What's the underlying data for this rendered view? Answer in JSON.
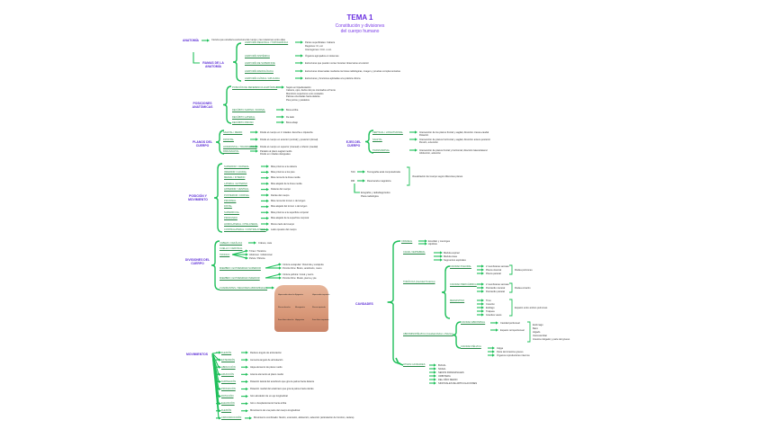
{
  "header": {
    "title": "TEMA 1",
    "subtitle_line1": "Constitución y divisiones",
    "subtitle_line2": "del cuerpo humano"
  },
  "anatomia": {
    "label": "ANATOMÍA",
    "definition": "Ciencia que estudia la estructura del cuerpo y las relaciones entre ellas",
    "ramas_label": "RAMAS DE LA ANATOMÍA",
    "ramas": [
      {
        "name": "ANATOMÍA REGIONAL / TOPOGRÁFICA",
        "desc": "Partes superficiales: Cabeza",
        "extra": [
          "Regiones: Cl, ext",
          "Interregiones / Cint. o ext."
        ]
      },
      {
        "name": "ANATOMÍA SISTÉMICA",
        "desc": "Órganos agrupados en sistemas"
      },
      {
        "name": "ANATOMÍA DE SUPERFICIE",
        "desc": "Estructuras que pueden verse/ tocarse/ observarse al exterior"
      },
      {
        "name": "ANATOMÍA RADIOLÓGICA",
        "desc": "Estructuras observadas mediante técnicas radiológicas, imagen y pruebas complementarias"
      },
      {
        "name": "ANATOMÍA CLÍNICA / APLICADA",
        "desc": "Estructuras y funciones aplicadas a la práctica clínica"
      }
    ]
  },
  "posiciones": {
    "label": "POSICIONES ANATÓMICAS",
    "items": [
      {
        "name": "POSICIÓN DE REFERENCIA ANATÓMICA",
        "desc": [
          "Sujeto en bipedestación",
          "Cabeza, ojos, dedos del pie orientados al frente",
          "Miembros superiores a los costados",
          "Palmas orientadas hacia delante",
          "Pies juntos y paralelos"
        ]
      },
      {
        "name": "DECÚBITO SUPINO / DORSAL",
        "desc": [
          "Boca arriba"
        ]
      },
      {
        "name": "DECÚBITO LATERAL",
        "desc": [
          "De lado"
        ]
      },
      {
        "name": "DECÚBITO PRONO",
        "desc": [
          "Boca abajo"
        ]
      }
    ]
  },
  "planos": {
    "label": "PLANOS DEL CUERPO",
    "items": [
      {
        "name": "SAGITAL / MEDIO",
        "desc": [
          "Divide el cuerpo en 2 mitades: derecha e izquierda"
        ]
      },
      {
        "name": "FRONTAL",
        "desc": [
          "Divide el cuerpo en anterior (ventral) y posterior (dorsal)"
        ]
      },
      {
        "name": "HORIZONTAL / TRANSVERSAL",
        "desc": [
          "Divide el cuerpo en superior (craneal) e inferior (caudal)"
        ]
      },
      {
        "name": "PARASAGITAL",
        "desc": [
          "Paralelo al plano sagital medio",
          "Divide en mitades desiguales"
        ]
      }
    ]
  },
  "ejes": {
    "label": "EJES DEL CUERPO",
    "items": [
      {
        "name": "VERTICAL / LONGITUDINAL",
        "desc": [
          "Intersección de los planos frontal y sagital; dirección craneo-caudal",
          "Rotación"
        ]
      },
      {
        "name": "SAGITAL",
        "desc": [
          "Intersección de planos horizontal y sagital; dirección antero-posterior",
          "Flexión, extensión"
        ]
      },
      {
        "name": "TRANSVERSAL",
        "desc": [
          "Intersección de planos frontal y horizontal; dirección lateral-lateral",
          "Abducción, aducción"
        ]
      }
    ]
  },
  "tecnicas": {
    "items": [
      {
        "abbr": "TAC",
        "desc": "Tomografía axial computarizada"
      },
      {
        "abbr": "RM",
        "desc": "Resonancia magnética"
      }
    ],
    "result": "Visualización del cuerpo según diferentes planos",
    "extra": [
      "Ecografía y radiodiagnóstico",
      "Placa radiológica"
    ]
  },
  "posicion_movimiento": {
    "label": "POSICIÓN Y MOVIMIENTO",
    "items": [
      {
        "name": "SUPERIOR / CRANEAL",
        "desc": "Más próximo a la cabeza"
      },
      {
        "name": "INFERIOR / CAUDAL",
        "desc": "Más próximo a los pies"
      },
      {
        "name": "MEDIAL / INTERNO",
        "desc": "Más cerca de la línea media"
      },
      {
        "name": "LATERAL / EXTERNO",
        "desc": "Más alejado de la línea media"
      },
      {
        "name": "ANTERIOR / VENTRAL",
        "desc": "Delante del cuerpo"
      },
      {
        "name": "POSTERIOR / DORSAL",
        "desc": "Detrás del cuerpo"
      },
      {
        "name": "PROXIMAL",
        "desc": "Más cerca del tronco o del origen"
      },
      {
        "name": "DISTAL",
        "desc": "Más alejado del tronco o del origen"
      },
      {
        "name": "SUPERFICIAL",
        "desc": "Más próximo a la superficie corporal"
      },
      {
        "name": "PROFUNDO",
        "desc": "Más alejado de la superficie corporal"
      },
      {
        "name": "HOMOLATERAL / IPSILATERAL",
        "desc": "Mismo lado del cuerpo"
      },
      {
        "name": "CONTRALATERAL / CONTRALATERAL",
        "desc": "Lado opuesto del cuerpo"
      }
    ]
  },
  "divisiones": {
    "label": "DIVISIONES DEL CUERPO",
    "items": [
      {
        "name": "CABEZA / CEFÁLICA",
        "desc": [
          "Cráneo, cara"
        ]
      },
      {
        "name": "CUELLO / CERVICAL",
        "desc": []
      },
      {
        "name": "TRONCO",
        "desc": [
          "Tórax / Torácica",
          "Abdomen / Abdominal",
          "Pelvis / Pélvica"
        ]
      },
      {
        "name": "MIEMBRO / EXTREMIDAD SUPERIOR",
        "desc": [
          "Cintura escapular: Clavícula y escápula",
          "Porción libre: Brazo, antebrazo, mano"
        ]
      },
      {
        "name": "MIEMBRO / EXTREMIDAD INFERIOR",
        "desc": [
          "Cintura pélvica: Coxal y sacro",
          "Porción libre: Muslo, pierna y pie"
        ]
      },
      {
        "name": "CUADRANTES / REGIONES ABDOMINALES",
        "desc": []
      }
    ],
    "regions": [
      "Hipocondrio derecho",
      "Epigastrio",
      "Hipocondrio izquierdo",
      "Flanco derecho",
      "Mesogastrio",
      "Flanco izquierdo",
      "Fosa ilíaca derecha",
      "Hipogastrio",
      "Fosa ilíaca izquierda"
    ]
  },
  "cavidades": {
    "label": "CAVIDADES",
    "items": [
      {
        "name": "CRANEAL",
        "desc": [
          "Encéfalo y meninges",
          "Hipófisis"
        ]
      },
      {
        "name": "CANAL VERTEBRAL",
        "desc": [
          "Médula espinal",
          "Médula ósea",
          "Segmentos espinales"
        ]
      }
    ],
    "toracica": {
      "name": "TORÁCICA (Cavidad Torácica)",
      "sub": [
        {
          "name": "CAVIDAD PLEURAL",
          "items": [
            "2 membranas serosas",
            "Pleura visceral",
            "Pleura parietal"
          ],
          "result": "Rodea pulmones"
        },
        {
          "name": "CAVIDAD PERICÁRDICA",
          "items": [
            "2 membranas serosas",
            "Pericardio visceral",
            "Pericardio parietal"
          ],
          "result": "Rodea corazón"
        },
        {
          "name": "MEDIASTINO",
          "items": [
            "Timo",
            "Corazón",
            "Esófago",
            "Tráquea",
            "Grandes vasos"
          ],
          "result": "Espacio entre ambos pulmones"
        }
      ]
    },
    "abdominopelvica": {
      "name": "ABDOMINOPÉLVICA (Cavidad Abdom.-Pélvica)",
      "sub": [
        {
          "name": "CAVIDAD ABDOMINAL",
          "items": [
            "Cavidad peritoneal",
            "Espacio retroperitoneal"
          ],
          "organs": [
            "Estómago",
            "Bazo",
            "Hígado",
            "Vesícula biliar",
            "Intestino delgado y parte del grueso"
          ]
        },
        {
          "name": "CAVIDAD PÉLVICA",
          "items": [
            "Vejiga",
            "Parte del intestino grueso",
            "Órganos reproductores internos"
          ]
        }
      ]
    },
    "otras": {
      "name": "OTRAS CAVIDADES",
      "items": [
        "BUCAL",
        "NASAL",
        "SENOS PARANASALES",
        "ORBITARIA",
        "DEL OÍDO MEDIO",
        "SINOVIALES DE ARTICULACIONES"
      ]
    }
  },
  "movimientos": {
    "label": "MOVIMIENTOS",
    "items": [
      {
        "name": "FLEXIÓN",
        "desc": "Reduce ángulo de articulación"
      },
      {
        "name": "EXTENSIÓN",
        "desc": "Aumenta ángulo de articulación"
      },
      {
        "name": "ABDUCCIÓN",
        "desc": "Aleja elemento de plano medio"
      },
      {
        "name": "ADUCCIÓN",
        "desc": "Acerca elemento al plano medio"
      },
      {
        "name": "SUPINACIÓN",
        "desc": "Rotación lateral del antebrazo que gira la palma hacia delante"
      },
      {
        "name": "PRONACIÓN",
        "desc": "Rotación medial del antebrazo que gira la palma hacia detrás"
      },
      {
        "name": "ROTACIÓN",
        "desc": "Giro alrededor de un eje longitudinal"
      },
      {
        "name": "ELEVACIÓN",
        "desc": "Giro o desplazamiento hacia arriba"
      },
      {
        "name": "FLEXIÓN",
        "desc": "Movimiento de una parte del cuerpo longitudinal"
      },
      {
        "name": "CIRCUNDUCCIÓN",
        "desc": "Movimiento combinado: flexión, extensión, abducción, aducción (articulación de hombro, cadera)"
      }
    ]
  },
  "colors": {
    "accent_green": "#1fbf5a",
    "heading_purple": "#5b2bd6",
    "link_green": "#2a8a4a"
  }
}
